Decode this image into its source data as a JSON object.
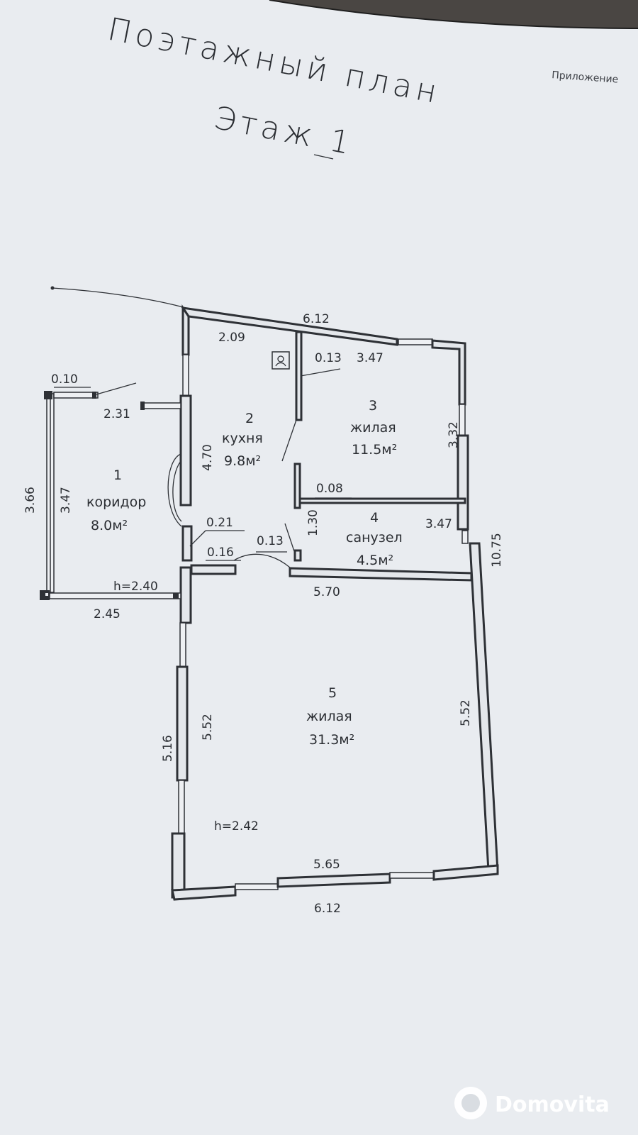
{
  "header": {
    "title_line1": "Поэтажный план",
    "title_line2": "Этаж 1",
    "appendix": "Приложение"
  },
  "rooms": [
    {
      "num": "1",
      "name": "коридор",
      "area": "8.0м²"
    },
    {
      "num": "2",
      "name": "кухня",
      "area": "9.8м²"
    },
    {
      "num": "3",
      "name": "жилая",
      "area": "11.5м²"
    },
    {
      "num": "4",
      "name": "санузел",
      "area": "4.5м²"
    },
    {
      "num": "5",
      "name": "жилая",
      "area": "31.3м²"
    }
  ],
  "dimensions": {
    "top_total": "6.12",
    "kitchen_top": "2.09",
    "room3_top": "3.47",
    "partition_013_top": "0.13",
    "room3_right": "3.32",
    "partition_008": "0.08",
    "bath_right": "3.47",
    "bath_height": "1.30",
    "kitchen_left": "4.70",
    "corridor_top_010": "0.10",
    "corridor_top": "2.31",
    "corridor_outer": "3.66",
    "corridor_inner": "3.47",
    "corridor_bottom": "2.45",
    "corridor_height": "h=2.40",
    "wall_021": "0.21",
    "wall_016": "0.16",
    "wall_013_door": "0.13",
    "room5_top": "5.70",
    "right_total": "10.75",
    "room5_left_inner": "5.52",
    "room5_left_outer": "5.16",
    "room5_right": "5.52",
    "room5_height": "h=2.42",
    "room5_bottom_inner": "5.65",
    "bottom_total": "6.12"
  },
  "watermark": "Domovita"
}
